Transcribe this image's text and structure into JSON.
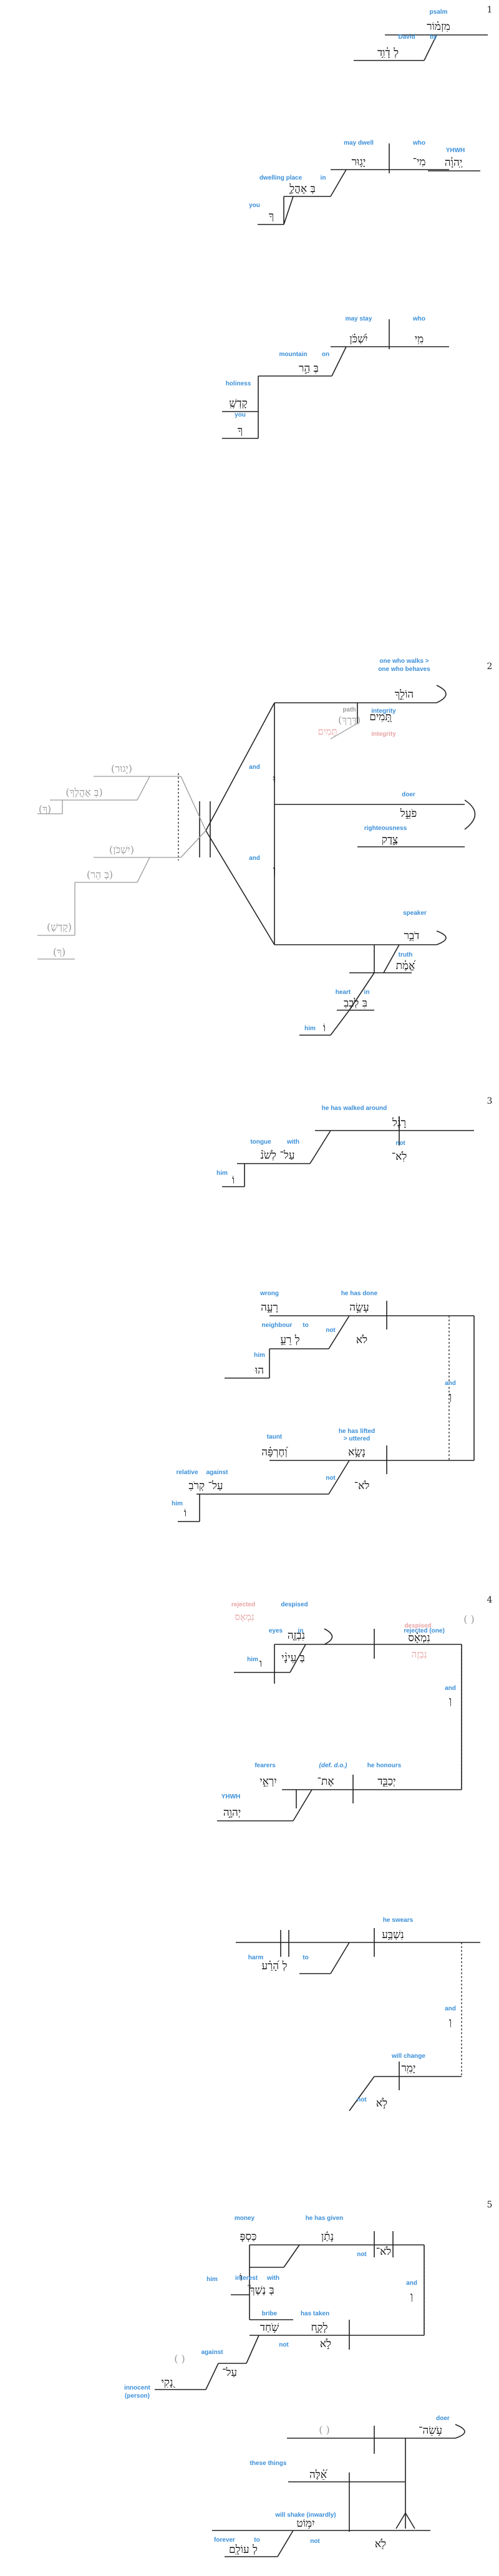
{
  "colors": {
    "line": "#222222",
    "gloss": "#3a8fd9",
    "hebrew": "#111111",
    "grey": "#9a9a9a",
    "pink": "#e8a3a3"
  },
  "verses": [
    "1",
    "2",
    "3",
    "4",
    "5"
  ],
  "v1": {
    "g_psalm": "psalm",
    "h_psalm": "מִזְמ֗וֹר",
    "g_david": "David",
    "g_by": "by",
    "h_david": "לְ דָ֫וִ֥ד",
    "g_yhwh": "YHWH",
    "h_yhwh": "יְֽהוָ֗ה",
    "g_who1": "who",
    "h_who1": "מִי־",
    "g_maydwell": "may dwell",
    "h_maydwell": "יָג֥וּר",
    "g_dwellingplace": "dwelling place",
    "g_in1": "in",
    "h_tent": "בְּ אָהֳלֶ֑",
    "g_you1": "you",
    "h_you1": "ךָ",
    "g_who2": "who",
    "h_who2": "מִֽי",
    "g_maystay": "may stay",
    "h_maystay": "יִ֝שְׁכֹּ֗ן",
    "g_mountain": "mountain",
    "g_on": "on",
    "h_mountain": "בְּ הַ֣ר",
    "g_holiness": "holiness",
    "h_holiness": "קָדְשֶֽׁ",
    "g_you2": "you",
    "h_you2": "ךָ"
  },
  "v2": {
    "g_walker": "one who walks > one who behaves",
    "h_walker": "הוֹלֵ֣ךְ",
    "g_path": "path",
    "h_path": "(דֶּרֶךְ)",
    "g_integrity1": "integrity",
    "h_integrity1": "תָּ֭מִים",
    "h_integrity_ghost": "תָּמִים",
    "g_integrity_ghost": "integrity",
    "g_and1": "and",
    "h_and1": "וּ",
    "g_doer": "doer",
    "h_doer": "פֹעֵ֣ל",
    "g_righteousness": "righteousness",
    "h_righteousness": "צֶ֑דֶק",
    "g_and2": "and",
    "h_and2": "וְ",
    "g_speaker": "speaker",
    "h_speaker": "דֹבֵ֥ר",
    "g_truth": "truth",
    "h_truth": "אֱ֝מֶ֗ת",
    "g_heart": "heart",
    "g_in": "in",
    "h_heart": "בִּ לְבָבֽ",
    "g_him": "him",
    "h_him": "וֹ",
    "h_ghost_yagur": "(יָגוּר)",
    "h_ghost_tent": "(בְּ אָהֳלֶךָ)",
    "h_ghost_k1": "(ךָ)",
    "h_ghost_yishkon": "(יִשְׁכֹּן)",
    "h_ghost_har": "(בְּ הַר)",
    "h_ghost_qodesh": "(קָדְשֶׁ)",
    "h_ghost_k2": "(ךָ)"
  },
  "v3": {
    "g_walked": "he has walked around",
    "h_walked": "רָגַ֨ל",
    "g_not1": "not",
    "h_not1": "לֹֽא־",
    "g_tongue": "tongue",
    "g_with": "with",
    "h_tongue": "עַל־ לְשֹׁנ֗",
    "g_him1": "him",
    "h_him1": "וֹ",
    "g_wrong": "wrong",
    "h_wrong": "רָעָ֑ה",
    "g_done": "he has done",
    "h_done": "עָשָׂ֣ה",
    "g_neighbour": "neighbour",
    "g_to": "to",
    "h_neighbour": "לְ רֵעֵ֣",
    "g_not2": "not",
    "h_not2": "לֹא",
    "g_him2": "him",
    "h_him2": "הוּ",
    "g_and": "and",
    "h_and": "וְ",
    "g_taunt": "taunt",
    "h_taunt": "וְ֝חֶרְפָּ֗ה",
    "g_lifted": "he has lifted > uttered",
    "h_lifted": "נָשָׂ֥א",
    "g_relative": "relative",
    "g_against": "against",
    "h_relative": "עַל־ קְרֹבֽ",
    "g_not3": "not",
    "h_not3": "לֹא־",
    "g_him3": "him",
    "h_him3": "וֹ"
  },
  "v4": {
    "g_rejected_ghost": "rejected",
    "h_rejected_ghost": "נִמְאָס",
    "g_despised": "despised",
    "h_despised": "נִבְזֶ֤ה",
    "g_eyes": "eyes",
    "g_in": "in",
    "h_eyes": "בְּ עֵינָ֨י",
    "g_him1": "him",
    "h_him1": "ו",
    "h_paren": "( )",
    "g_rejectedone": "rejected (one)",
    "h_rejected": "נִמְאָ֗ס",
    "g_despised_ghost": "despised",
    "h_despised_ghost": "נִבְזֶה",
    "g_and": "and",
    "h_and": "וְ",
    "g_fearers": "fearers",
    "h_fearers": "יִרְאֵ֣י",
    "g_defdo": "(def. d.o.)",
    "h_defdo": "אֶת־",
    "g_honours": "he honours",
    "h_honours": "יְכַבֵּ֑ד",
    "g_yhwh": "YHWH",
    "h_yhwh": "יְהוָ֣ה",
    "g_swears": "he swears",
    "h_swears": "נִשְׁבַּ֥ע",
    "g_harm": "harm",
    "g_to": "to",
    "h_harm": "לְ הָ֝רַ֗ע",
    "g_and2": "and",
    "h_and2": "וְ",
    "g_willchange": "will change",
    "h_willchange": "יָמִֽר",
    "g_not": "not",
    "h_not": "לֹ֣א"
  },
  "v5": {
    "g_money": "money",
    "h_money": "כַּסְפּ֤",
    "g_given": "he has given",
    "h_given": "נָתַ֬ן",
    "g_him": "him",
    "h_him": "וֹ",
    "g_not1": "not",
    "h_not1": "לֹא־",
    "g_interest": "interest",
    "g_with": "with",
    "h_interest": "בְּ נֶשֶׁךְ֮",
    "g_and": "and",
    "h_and": "וְ",
    "g_bribe": "bribe",
    "h_bribe": "שֹׁ֥חַד",
    "g_taken": "has taken",
    "h_taken": "לָקָ֑ח",
    "g_not2": "not",
    "h_not2": "לֹ֣א",
    "g_against": "against",
    "h_against": "עַל־",
    "h_paren_innocent": "( )",
    "g_innocent": "innocent (person)",
    "h_innocent": "נָ֭קִי",
    "g_doer": "doer",
    "h_doer": "עֹ֥שֵׂה־",
    "h_paren_these": "( )",
    "g_these": "these things",
    "h_these": "אֵ֝֗לֶּה",
    "g_willshake": "will shake (inwardly)",
    "h_willshake": "יִמּ֥וֹט",
    "g_forever": "forever",
    "g_to": "to",
    "h_forever": "לְ עוֹלָֽם",
    "g_not3": "not",
    "h_not3": "לֹ֖א"
  }
}
